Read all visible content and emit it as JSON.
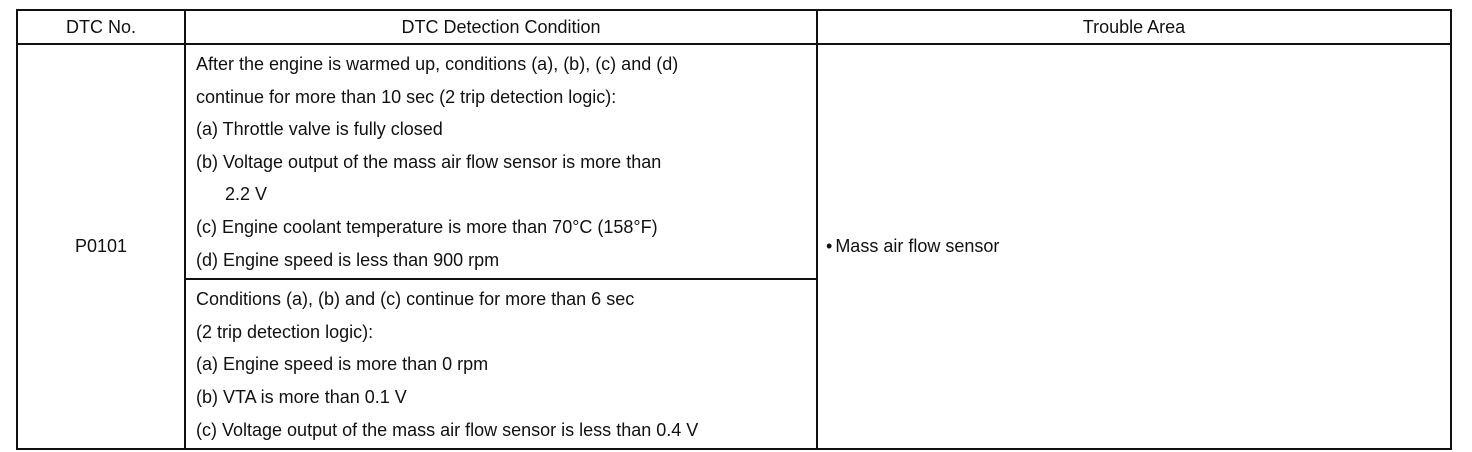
{
  "headers": {
    "dtc_no": "DTC No.",
    "condition": "DTC Detection Condition",
    "trouble_area": "Trouble Area"
  },
  "row": {
    "dtc_no": "P0101",
    "condition_1": [
      "After the engine is warmed up, conditions (a), (b), (c) and (d)",
      "continue for more than 10 sec (2 trip detection logic):",
      "(a) Throttle valve is fully closed",
      "(b) Voltage output of the mass air flow sensor is more than",
      "2.2 V",
      "(c) Engine coolant temperature is more than 70°C (158°F)",
      "(d) Engine speed is less than 900 rpm"
    ],
    "condition_2": [
      "Conditions (a), (b) and (c) continue for more than 6 sec",
      "(2 trip detection logic):",
      "(a) Engine speed is more than 0 rpm",
      "(b) VTA is more than 0.1 V",
      "(c) Voltage output of the mass air flow sensor is less than 0.4 V"
    ],
    "trouble_area": "Mass air flow sensor"
  }
}
